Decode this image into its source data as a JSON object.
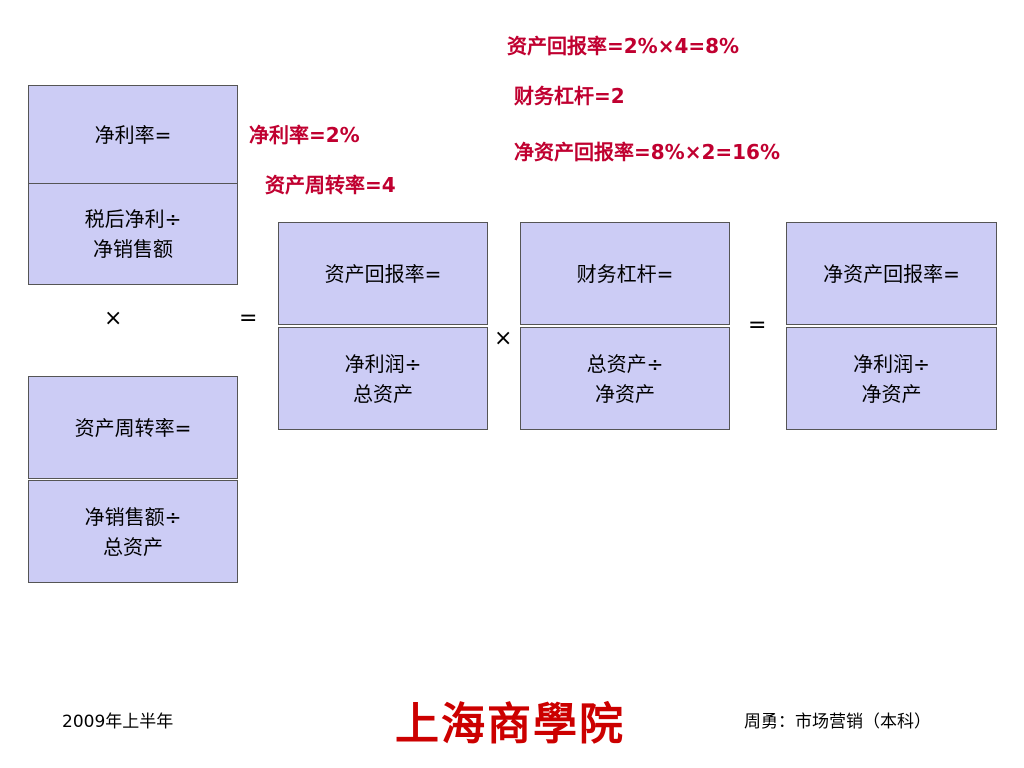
{
  "annotations": {
    "roa_calc": "资产回报率=2%×4=8%",
    "leverage": "财务杠杆=2",
    "net_margin": "净利率=2%",
    "roe_calc": "净资产回报率=8%×2=16%",
    "turnover": "资产周转率=4"
  },
  "boxes": {
    "net_margin_title": "净利率=",
    "net_margin_formula": "税后净利÷\n净销售额",
    "turnover_title": "资产周转率=",
    "turnover_formula": "净销售额÷\n总资产",
    "roa_title": "资产回报率=",
    "roa_formula": "净利润÷\n总资产",
    "leverage_title": "财务杠杆=",
    "leverage_formula": "总资产÷\n净资产",
    "roe_title": "净资产回报率=",
    "roe_formula": "净利润÷\n净资产"
  },
  "operators": {
    "multiply_1": "×",
    "equals_1": "=",
    "multiply_2": "×",
    "equals_2": "="
  },
  "footer": {
    "date": "2009年上半年",
    "logo_text": "上海商學院",
    "author": "周勇：市场营销（本科）"
  },
  "colors": {
    "box_fill": "#ccccf5",
    "highlight_text": "#c00030",
    "logo": "#cc0000"
  }
}
